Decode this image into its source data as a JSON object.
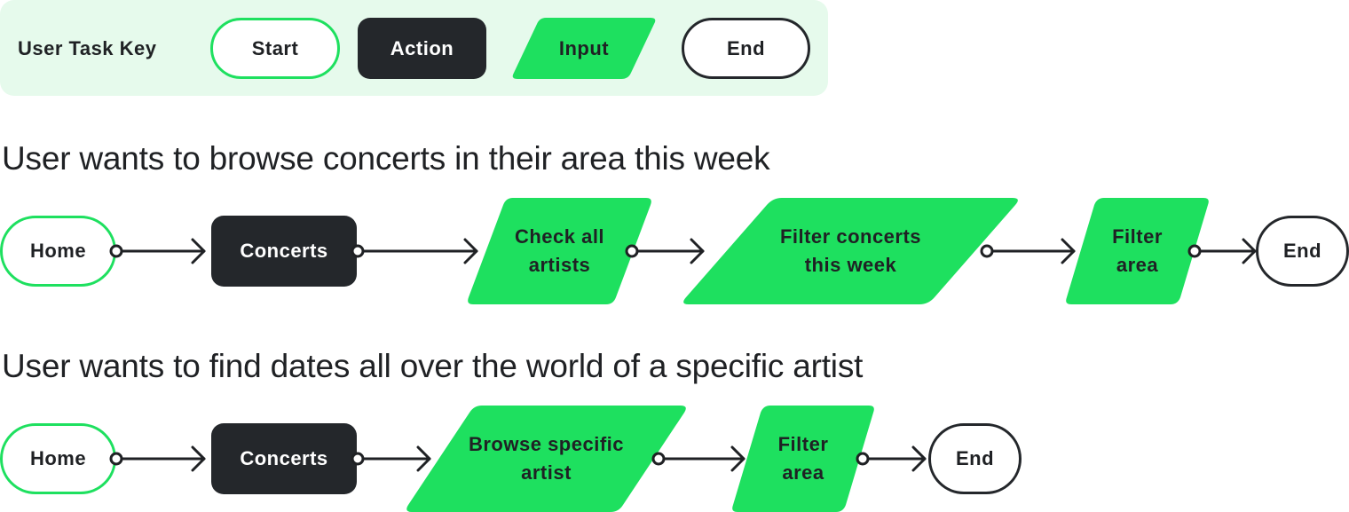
{
  "key": {
    "title": "User Task Key",
    "start_label": "Start",
    "action_label": "Action",
    "input_label": "Input",
    "end_label": "End"
  },
  "flows": [
    {
      "heading": "User wants to browse concerts in their area this week",
      "steps": [
        {
          "type": "start",
          "label": "Home"
        },
        {
          "type": "action",
          "label": "Concerts"
        },
        {
          "type": "input",
          "label": "Check all\nartists"
        },
        {
          "type": "input",
          "label": "Filter concerts\nthis week"
        },
        {
          "type": "input",
          "label": "Filter\narea"
        },
        {
          "type": "end",
          "label": "End"
        }
      ]
    },
    {
      "heading": "User wants to find dates all over the world of a specific artist",
      "steps": [
        {
          "type": "start",
          "label": "Home"
        },
        {
          "type": "action",
          "label": "Concerts"
        },
        {
          "type": "input",
          "label": "Browse specific\nartist"
        },
        {
          "type": "input",
          "label": "Filter\narea"
        },
        {
          "type": "end",
          "label": "End"
        }
      ]
    }
  ],
  "colors": {
    "green": "#1ee05f",
    "dark": "#24272b",
    "key_background": "#e6faec"
  }
}
